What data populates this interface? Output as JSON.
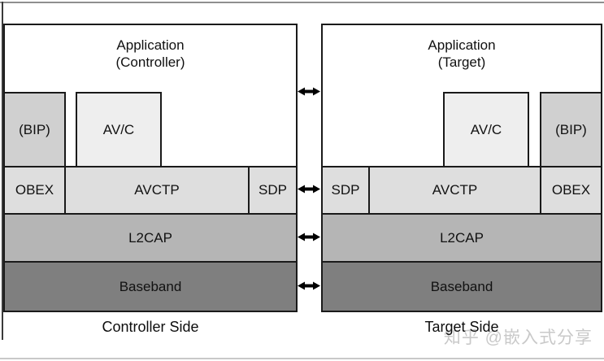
{
  "colors": {
    "border": "#1a1a1a",
    "application_fill": "#ffffff",
    "bip_fill": "#d0d0d0",
    "avc_fill": "#eeeeee",
    "protocol_row_fill": "#dedede",
    "l2cap_fill": "#b5b5b5",
    "baseband_fill": "#7f7f7f",
    "watermark_color": "#c9c9c9"
  },
  "left_stack": {
    "application_line1": "Application",
    "application_line2": "(Controller)",
    "bip": "(BIP)",
    "avc": "AV/C",
    "obex": "OBEX",
    "avctp": "AVCTP",
    "sdp": "SDP",
    "l2cap": "L2CAP",
    "baseband": "Baseband",
    "side_label": "Controller Side"
  },
  "right_stack": {
    "application_line1": "Application",
    "application_line2": "(Target)",
    "avc": "AV/C",
    "bip": "(BIP)",
    "sdp": "SDP",
    "avctp": "AVCTP",
    "obex": "OBEX",
    "l2cap": "L2CAP",
    "baseband": "Baseband",
    "side_label": "Target Side"
  },
  "watermark": {
    "text": "知乎 @嵌入式分享"
  }
}
